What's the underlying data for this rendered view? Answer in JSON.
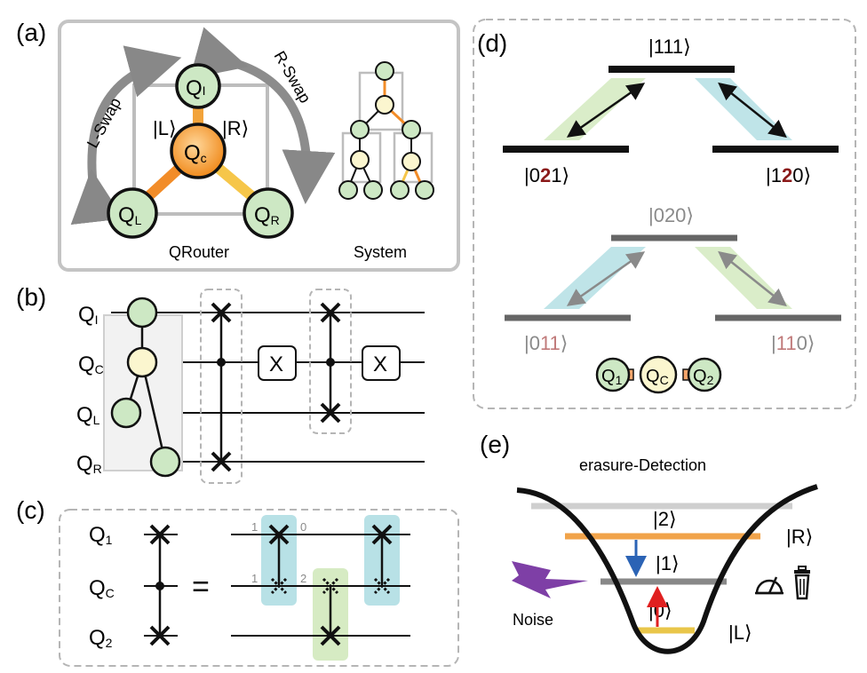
{
  "panels": {
    "a": {
      "label": "(a)",
      "l_swap": "L-Swap",
      "r_swap": "R-Swap",
      "ket_L": "|L⟩",
      "ket_R": "|R⟩",
      "q_i": "Q",
      "q_i_sub": "I",
      "q_c": "Q",
      "q_c_sub": "c",
      "q_l": "Q",
      "q_l_sub": "L",
      "q_r": "Q",
      "q_r_sub": "R",
      "qrouter": "QRouter",
      "system": "System"
    },
    "b": {
      "label": "(b)",
      "rows": [
        {
          "q": "Q",
          "sub": "I"
        },
        {
          "q": "Q",
          "sub": "C"
        },
        {
          "q": "Q",
          "sub": "L"
        },
        {
          "q": "Q",
          "sub": "R"
        }
      ],
      "gate1": "X",
      "gate2": "X"
    },
    "c": {
      "label": "(c)",
      "rows": [
        {
          "q": "Q",
          "sub": "1"
        },
        {
          "q": "Q",
          "sub": "C"
        },
        {
          "q": "Q",
          "sub": "2"
        }
      ],
      "equals": "=",
      "n1": "1",
      "n0": "0",
      "n1b": "1",
      "n2": "2"
    },
    "d": {
      "label": "(d)",
      "top_ket": "|111⟩",
      "left_ket_a": "|0",
      "left_ket_b": "2",
      "left_ket_c": "1⟩",
      "right_ket_a": "|1",
      "right_ket_b": "2",
      "right_ket_c": "0⟩",
      "mid_ket": "|020⟩",
      "bl_ket_a": "|0",
      "bl_ket_b": "11",
      "bl_ket_c": "⟩",
      "br_ket_a": "|",
      "br_ket_b": "11",
      "br_ket_c": "0⟩",
      "chain": [
        {
          "q": "Q",
          "sub": "1"
        },
        {
          "q": "Q",
          "sub": "C"
        },
        {
          "q": "Q",
          "sub": "2"
        }
      ]
    },
    "e": {
      "label": "(e)",
      "title": "erasure-Detection",
      "ket2": "|2⟩",
      "ket1": "|1⟩",
      "ket0": "|0⟩",
      "ketR": "|R⟩",
      "ketL": "|L⟩",
      "noise": "Noise"
    }
  },
  "colors": {
    "green": "#cde8c4",
    "yellow": "#fbf6cf",
    "orange": "#f39a3a",
    "blue_band": "#b8e1e6",
    "green_band": "#d6ebc3",
    "dash": "#b5b5b5",
    "dark_red": "#8b1a1a",
    "noise": "#7e3fa6"
  }
}
